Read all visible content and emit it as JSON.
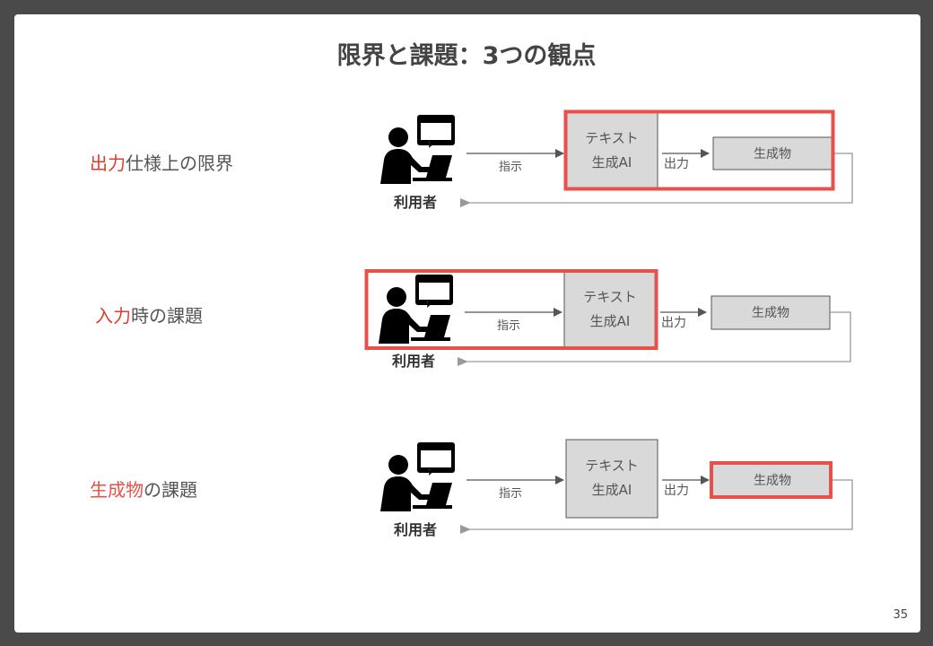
{
  "title": "限界と課題：3つの観点",
  "page_number": "35",
  "rows": [
    {
      "label_highlight": "出力",
      "label_rest": "仕様上の限界",
      "user_label": "利用者",
      "instruction_label": "指示",
      "model_label_line1": "テキスト",
      "model_label_line2": "生成AI",
      "output_label": "出力",
      "product_label": "生成物"
    },
    {
      "label_highlight": "入力",
      "label_rest": "時の課題",
      "user_label": "利用者",
      "instruction_label": "指示",
      "model_label_line1": "テキスト",
      "model_label_line2": "生成AI",
      "output_label": "出力",
      "product_label": "生成物"
    },
    {
      "label_highlight": "生成物",
      "label_rest": "の課題",
      "user_label": "利用者",
      "instruction_label": "指示",
      "model_label_line1": "テキスト",
      "model_label_line2": "生成AI",
      "output_label": "出力",
      "product_label": "生成物"
    }
  ],
  "colors": {
    "highlight_red": "#e8504a",
    "box_fill": "#d9d9d9",
    "arrow": "#555555",
    "feedback_line": "#999999"
  },
  "icons": {
    "user": "person-at-laptop-with-speech-bubble-icon"
  }
}
